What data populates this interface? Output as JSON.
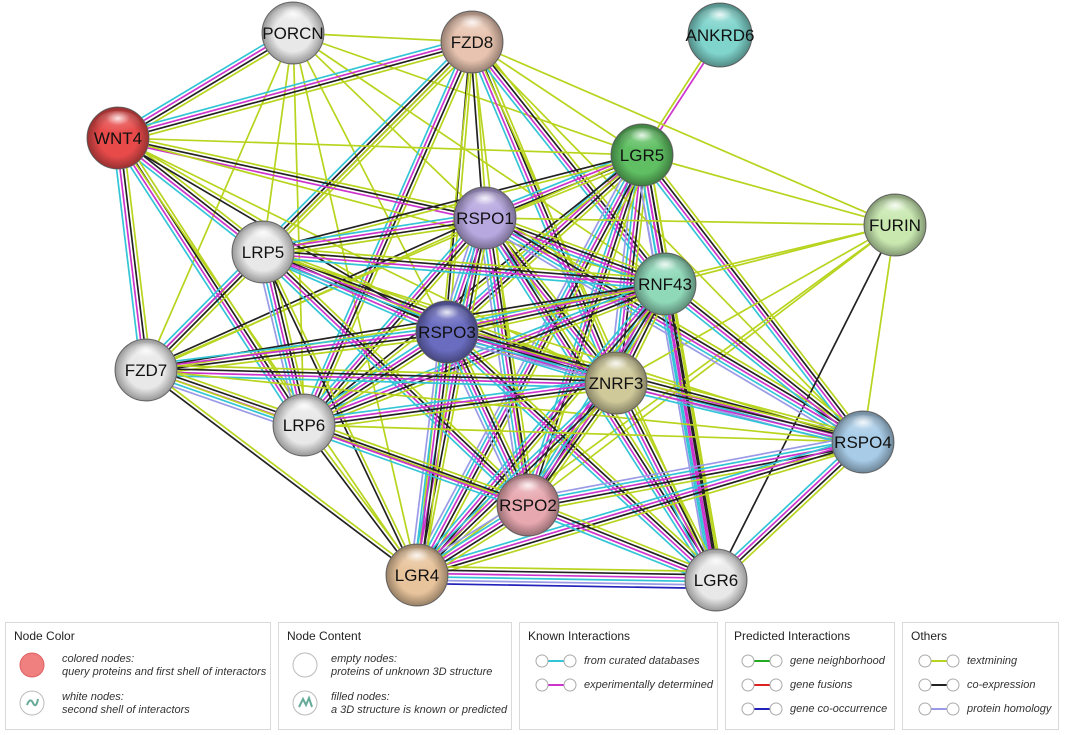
{
  "network": {
    "nodes": [
      {
        "id": "PORCN",
        "color": "#e8e8e8"
      },
      {
        "id": "FZD8",
        "color": "#e8c4b0"
      },
      {
        "id": "ANKRD6",
        "color": "#7fd4cc"
      },
      {
        "id": "WNT4",
        "color": "#e84a4a"
      },
      {
        "id": "LGR5",
        "color": "#5fbf62"
      },
      {
        "id": "FURIN",
        "color": "#c8e8b0"
      },
      {
        "id": "RSPO1",
        "color": "#b8a8e0"
      },
      {
        "id": "LRP5",
        "color": "#e8e8e8"
      },
      {
        "id": "RNF43",
        "color": "#8fd8b8"
      },
      {
        "id": "RSPO3",
        "color": "#6a6cc0"
      },
      {
        "id": "FZD7",
        "color": "#e8e8e8"
      },
      {
        "id": "ZNRF3",
        "color": "#cfc99a"
      },
      {
        "id": "LRP6",
        "color": "#e8e8e8"
      },
      {
        "id": "RSPO4",
        "color": "#a8cce8"
      },
      {
        "id": "RSPO2",
        "color": "#e8a8b0"
      },
      {
        "id": "LGR4",
        "color": "#e8c49c"
      },
      {
        "id": "LGR6",
        "color": "#e8e8e8"
      }
    ]
  },
  "legend": {
    "node_color": {
      "title": "Node Color",
      "items": [
        {
          "line1": "colored nodes:",
          "line2": "query proteins and first shell of interactors",
          "icon": "colored-node-icon"
        },
        {
          "line1": "white nodes:",
          "line2": "second shell of interactors",
          "icon": "white-node-icon"
        }
      ]
    },
    "node_content": {
      "title": "Node Content",
      "items": [
        {
          "line1": "empty nodes:",
          "line2": "proteins of unknown 3D structure",
          "icon": "empty-node-icon"
        },
        {
          "line1": "filled nodes:",
          "line2": "a 3D structure is known or predicted",
          "icon": "filled-node-icon"
        }
      ]
    },
    "known": {
      "title": "Known Interactions",
      "items": [
        {
          "label": "from curated databases",
          "color": "#33c5d6"
        },
        {
          "label": "experimentally determined",
          "color": "#cc33cc"
        }
      ]
    },
    "predicted": {
      "title": "Predicted Interactions",
      "items": [
        {
          "label": "gene neighborhood",
          "color": "#22aa22"
        },
        {
          "label": "gene fusions",
          "color": "#dd2222"
        },
        {
          "label": "gene co-occurrence",
          "color": "#2222bb"
        }
      ]
    },
    "others": {
      "title": "Others",
      "items": [
        {
          "label": "textmining",
          "color": "#b8d41e"
        },
        {
          "label": "co-expression",
          "color": "#222222"
        },
        {
          "label": "protein homology",
          "color": "#9a9ae6"
        }
      ]
    }
  }
}
